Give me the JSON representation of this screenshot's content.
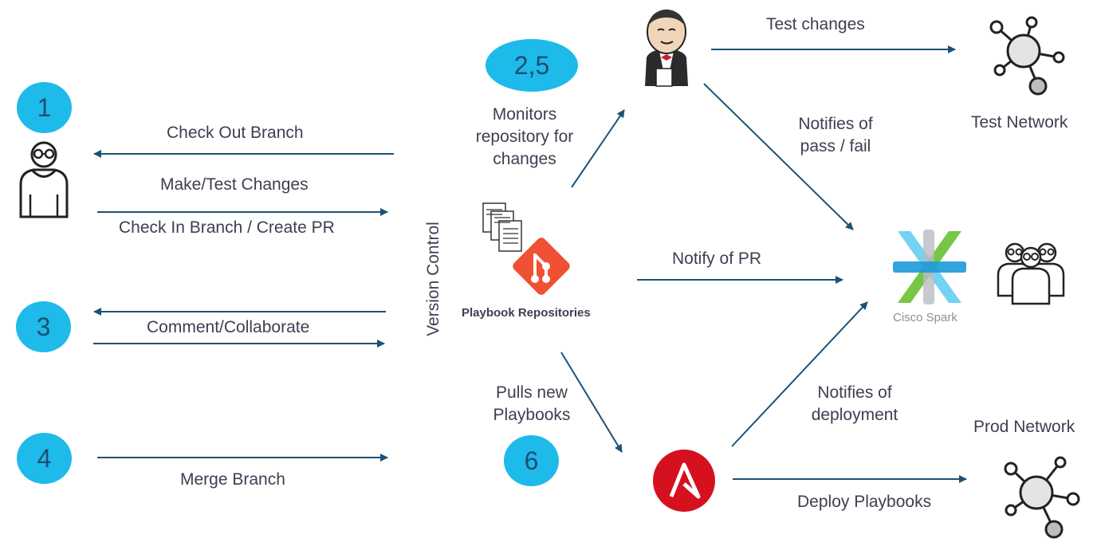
{
  "steps": {
    "s1": "1",
    "s25": "2,5",
    "s3": "3",
    "s4": "4",
    "s6": "6"
  },
  "labels": {
    "check_out": "Check Out Branch",
    "make_test": "Make/Test Changes",
    "check_in": "Check In Branch / Create PR",
    "comment": "Comment/Collaborate",
    "merge": "Merge Branch",
    "version_control": "Version Control",
    "playbook_repos": "Playbook Repositories",
    "monitors": [
      "Monitors",
      "repository for",
      "changes"
    ],
    "pulls": [
      "Pulls new",
      "Playbooks"
    ],
    "test_changes": "Test changes",
    "notifies_pass": [
      "Notifies of",
      "pass / fail"
    ],
    "notify_pr": "Notify of PR",
    "notifies_deploy": [
      "Notifies of",
      "deployment"
    ],
    "deploy_playbooks": "Deploy Playbooks",
    "test_network": "Test Network",
    "prod_network": "Prod Network",
    "cisco_spark": "Cisco Spark"
  },
  "colors": {
    "step_fill": "#1ebaea",
    "step_text": "#1d4e70",
    "arrow": "#1b5276",
    "git": "#f05033",
    "ansible": "#d6111f",
    "text": "#3c4050"
  },
  "icons": [
    "user-icon",
    "team-icon",
    "jenkins-icon",
    "git-icon",
    "documents-icon",
    "ansible-icon",
    "cisco-spark-icon",
    "network-icon"
  ]
}
